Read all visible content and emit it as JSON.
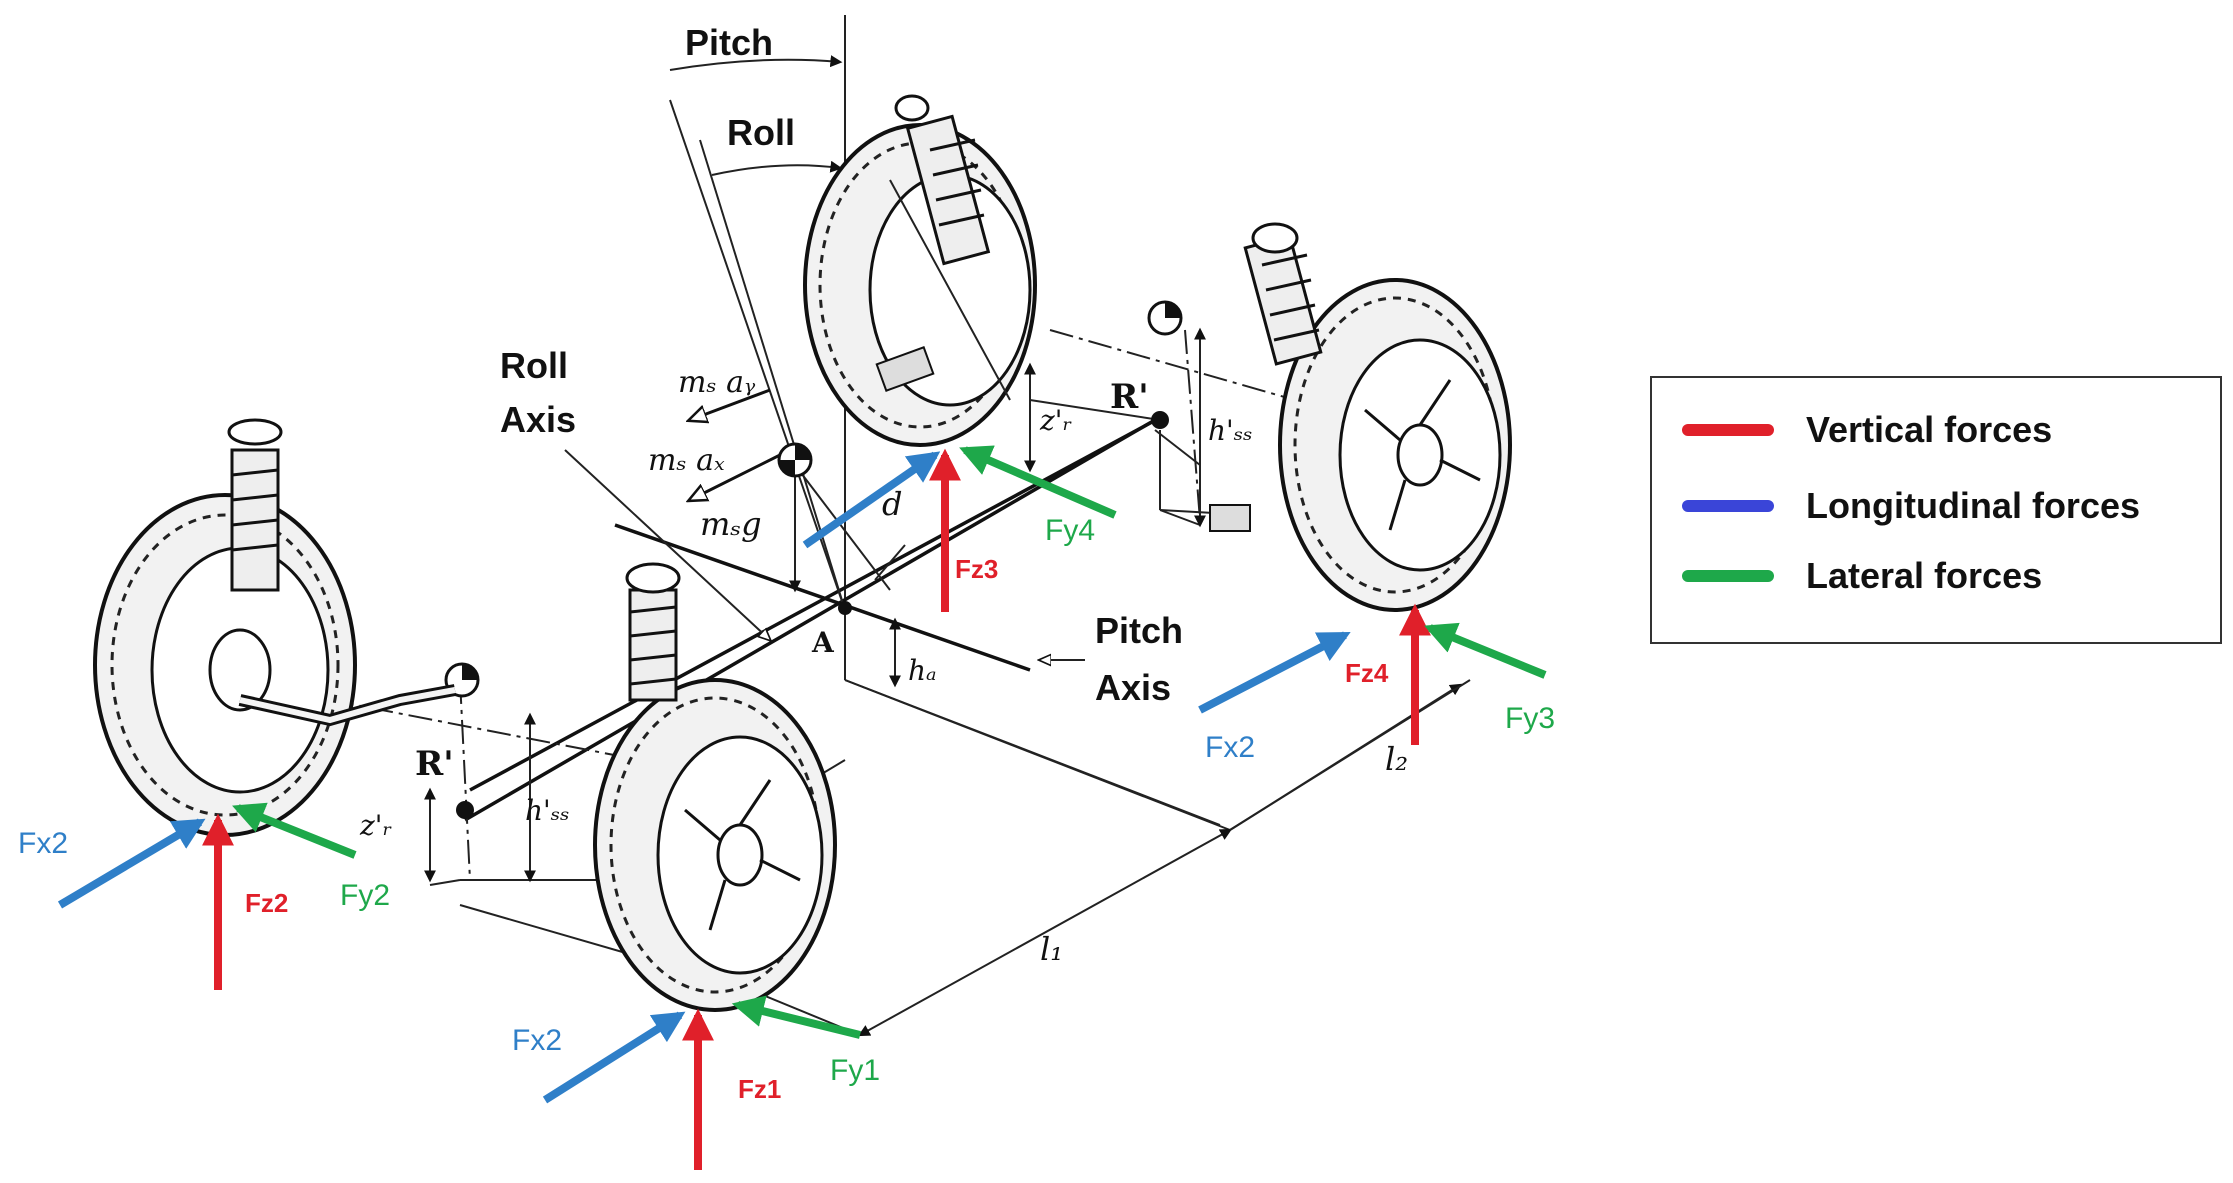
{
  "diagram": {
    "angle_labels": {
      "pitch": "Pitch",
      "roll": "Roll"
    },
    "axis_labels": {
      "roll_axis_line1": "Roll",
      "roll_axis_line2": "Axis",
      "pitch_axis_line1": "Pitch",
      "pitch_axis_line2": "Axis"
    },
    "dimension_labels": {
      "mass_ay": "mₛ aᵧ",
      "mass_ax": "mₛ aₓ",
      "mass_g": "mₛg",
      "d": "d",
      "point_a": "A",
      "h_a": "hₐ",
      "r_prime_rear": "R'",
      "r_prime_front": "R'",
      "z_r_rear": "z'ᵣ",
      "z_r_front": "z'ᵣ",
      "h_ss_rear": "h'ₛₛ",
      "h_ss_front": "h'ₛₛ",
      "l1": "l₁",
      "l2": "l₂"
    },
    "forces": {
      "fz1": "Fz1",
      "fz2": "Fz2",
      "fz3": "Fz3",
      "fz4": "Fz4",
      "fx_front_left": "Fx2",
      "fx_front_right": "Fx2",
      "fx_rear_right": "Fx2",
      "fy1": "Fy1",
      "fy2": "Fy2",
      "fy3": "Fy3",
      "fy4": "Fy4"
    },
    "colors": {
      "vertical": "#e0202a",
      "longitudinal": "#2f7fc8",
      "lateral": "#1ea84a",
      "legend_longitudinal": "#3a45d8"
    }
  },
  "legend": {
    "items": [
      {
        "label": "Vertical forces",
        "color": "#e0202a"
      },
      {
        "label": "Longitudinal forces",
        "color": "#3a45d8"
      },
      {
        "label": "Lateral forces",
        "color": "#1ea84a"
      }
    ]
  }
}
